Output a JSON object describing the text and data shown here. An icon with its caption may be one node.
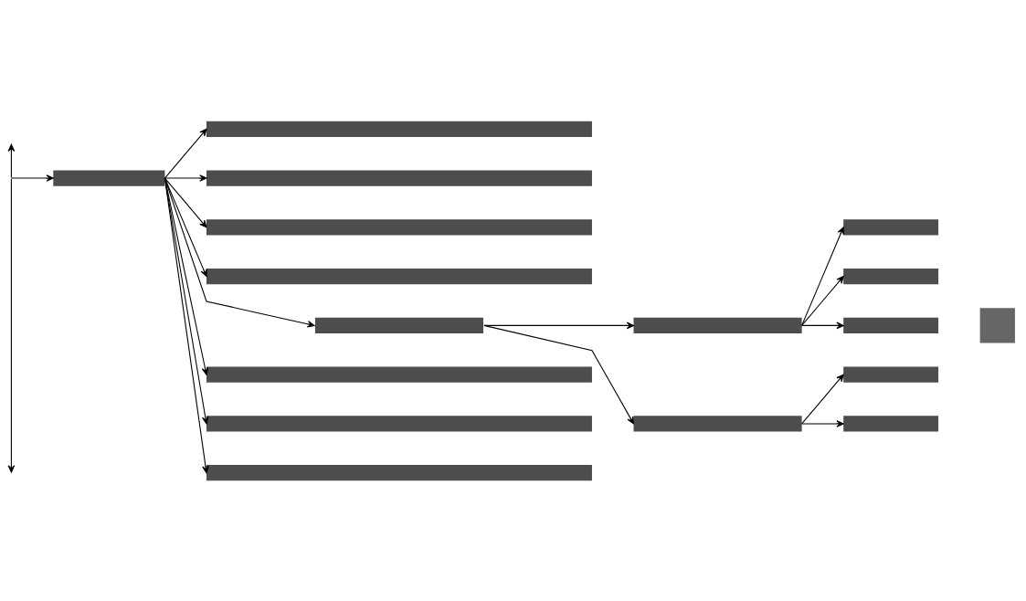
{
  "diagram": {
    "nodes": [
      {
        "text": [],
        "shape": "bar"
      },
      {
        "text": [],
        "shape": "bar"
      },
      {
        "text": [],
        "shape": "bar"
      },
      {
        "text": [],
        "shape": "bar"
      },
      {
        "text": [],
        "shape": "bar"
      },
      {
        "text": [],
        "shape": "bar"
      },
      {
        "text": [],
        "shape": "bar"
      },
      {
        "text": [],
        "shape": "bar"
      },
      {
        "text": [],
        "shape": "bar"
      },
      {
        "text": [],
        "shape": "bar"
      },
      {
        "text": [],
        "shape": "bar"
      },
      {
        "text": [],
        "shape": "bar"
      },
      {
        "text": [],
        "shape": "bar"
      },
      {
        "text": [],
        "shape": "bar"
      },
      {
        "text": [],
        "shape": "bar"
      },
      {
        "text": [],
        "shape": "bar"
      },
      {
        "text": [],
        "shape": "box"
      }
    ],
    "edges": [
      {
        "from": null,
        "to": 0,
        "arrow": "both"
      },
      {
        "from": 0,
        "to": 1,
        "arrow": "to"
      },
      {
        "from": 0,
        "to": 2,
        "arrow": "to"
      },
      {
        "from": 0,
        "to": 3,
        "arrow": "to"
      },
      {
        "from": 0,
        "to": 4,
        "arrow": "to"
      },
      {
        "from": 4,
        "to": 5,
        "arrow": "to"
      },
      {
        "from": 4,
        "to": 9,
        "arrow": "to"
      },
      {
        "from": 5,
        "to": 6,
        "arrow": "to"
      },
      {
        "from": 5,
        "to": 7,
        "arrow": "to"
      },
      {
        "from": 5,
        "to": 8,
        "arrow": "to"
      },
      {
        "from": 9,
        "to": 10,
        "arrow": "to"
      },
      {
        "from": 9,
        "to": 11,
        "arrow": "to"
      },
      {
        "from": 0,
        "to": 12,
        "arrow": "to"
      },
      {
        "from": 0,
        "to": 13,
        "arrow": "to"
      },
      {
        "from": 0,
        "to": 14,
        "arrow": "to"
      },
      {
        "from": 0,
        "to": 15,
        "arrow": "to"
      }
    ]
  }
}
